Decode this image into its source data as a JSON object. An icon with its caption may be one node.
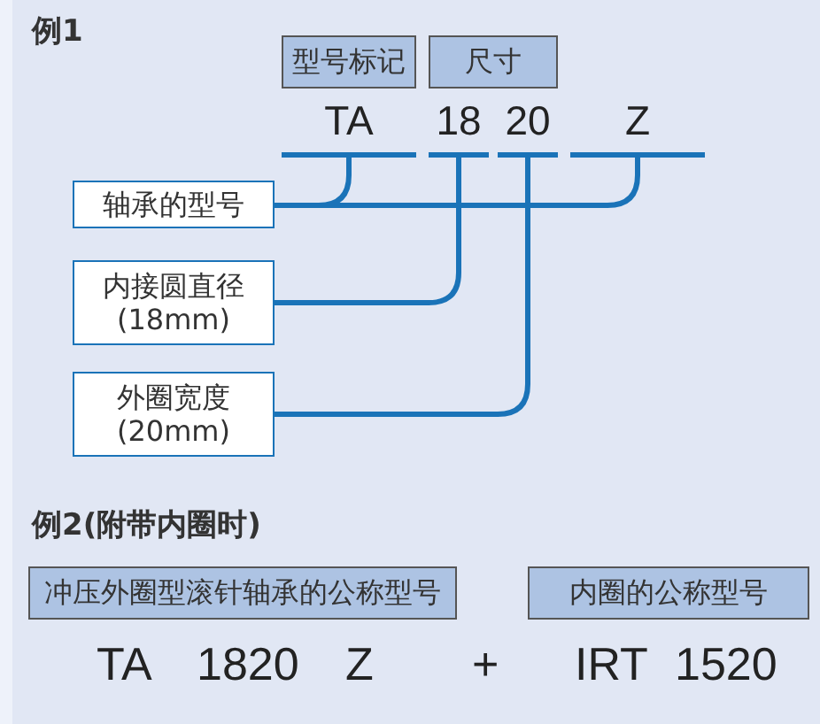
{
  "diagram": {
    "nodes": [
      {
        "text": [
          "型号标记"
        ]
      },
      {
        "text": [
          "尺寸"
        ]
      },
      {
        "text": [
          "TA"
        ]
      },
      {
        "text": [
          "18"
        ]
      },
      {
        "text": [
          "20"
        ]
      },
      {
        "text": [
          "Z"
        ]
      },
      {
        "text": [
          "轴承的型号"
        ]
      },
      {
        "text": [
          "内接圆直径",
          "(18mm)"
        ]
      },
      {
        "text": [
          "外圈宽度",
          "(20mm)"
        ]
      },
      {
        "text": [
          "冲压外圈型滚针轴承的公称型号"
        ],
        "beside": [
          "TA",
          "1820",
          "Z"
        ]
      },
      {
        "text": [
          "内圈的公称型号"
        ],
        "beside": [
          "IRT",
          "1520"
        ]
      }
    ],
    "edges": [
      {
        "from": 6,
        "to": 2,
        "arrow": "none"
      },
      {
        "from": 6,
        "to": 5,
        "arrow": "none"
      },
      {
        "from": 7,
        "to": 3,
        "arrow": "none"
      },
      {
        "from": 8,
        "to": 4,
        "arrow": "none"
      }
    ],
    "labels": [
      "例1",
      "例2(附带内圈时)",
      "+"
    ]
  }
}
